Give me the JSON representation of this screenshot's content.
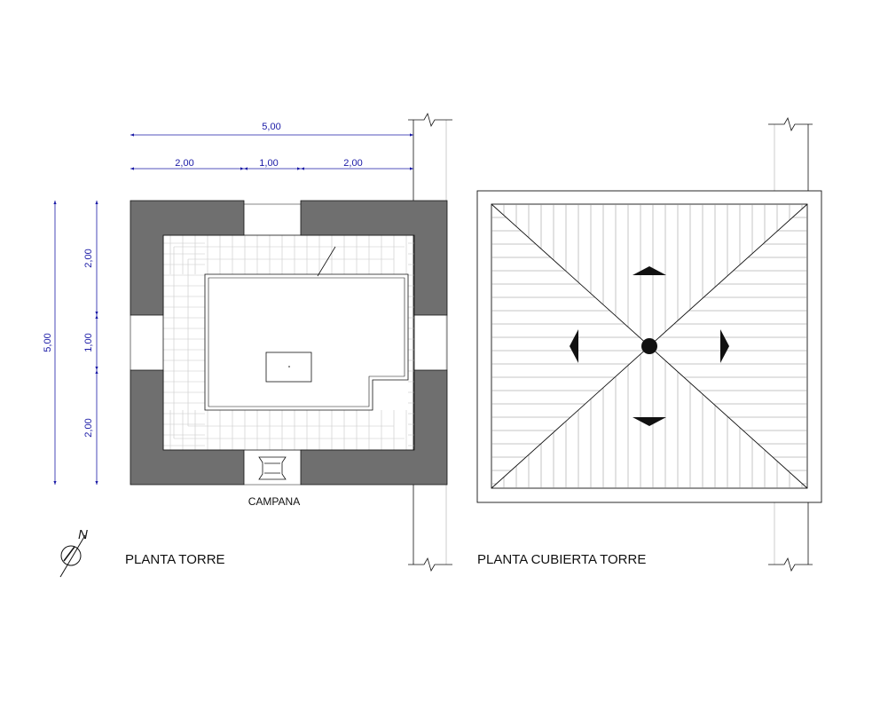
{
  "plan": {
    "title": "PLANTA TORRE",
    "bell_label": "CAMPANA",
    "dims_top": [
      "5,00",
      "2,00",
      "1,00",
      "2,00"
    ],
    "dims_left": [
      "5,00",
      "2,00",
      "1,00",
      "2,00"
    ]
  },
  "roof": {
    "title": "PLANTA CUBIERTA TORRE"
  },
  "north": {
    "letter": "N"
  },
  "colors": {
    "wall_fill": "#6f6f6f",
    "line": "#111111",
    "dimension": "#1a1aa6",
    "grid": "#bdbdbd"
  }
}
